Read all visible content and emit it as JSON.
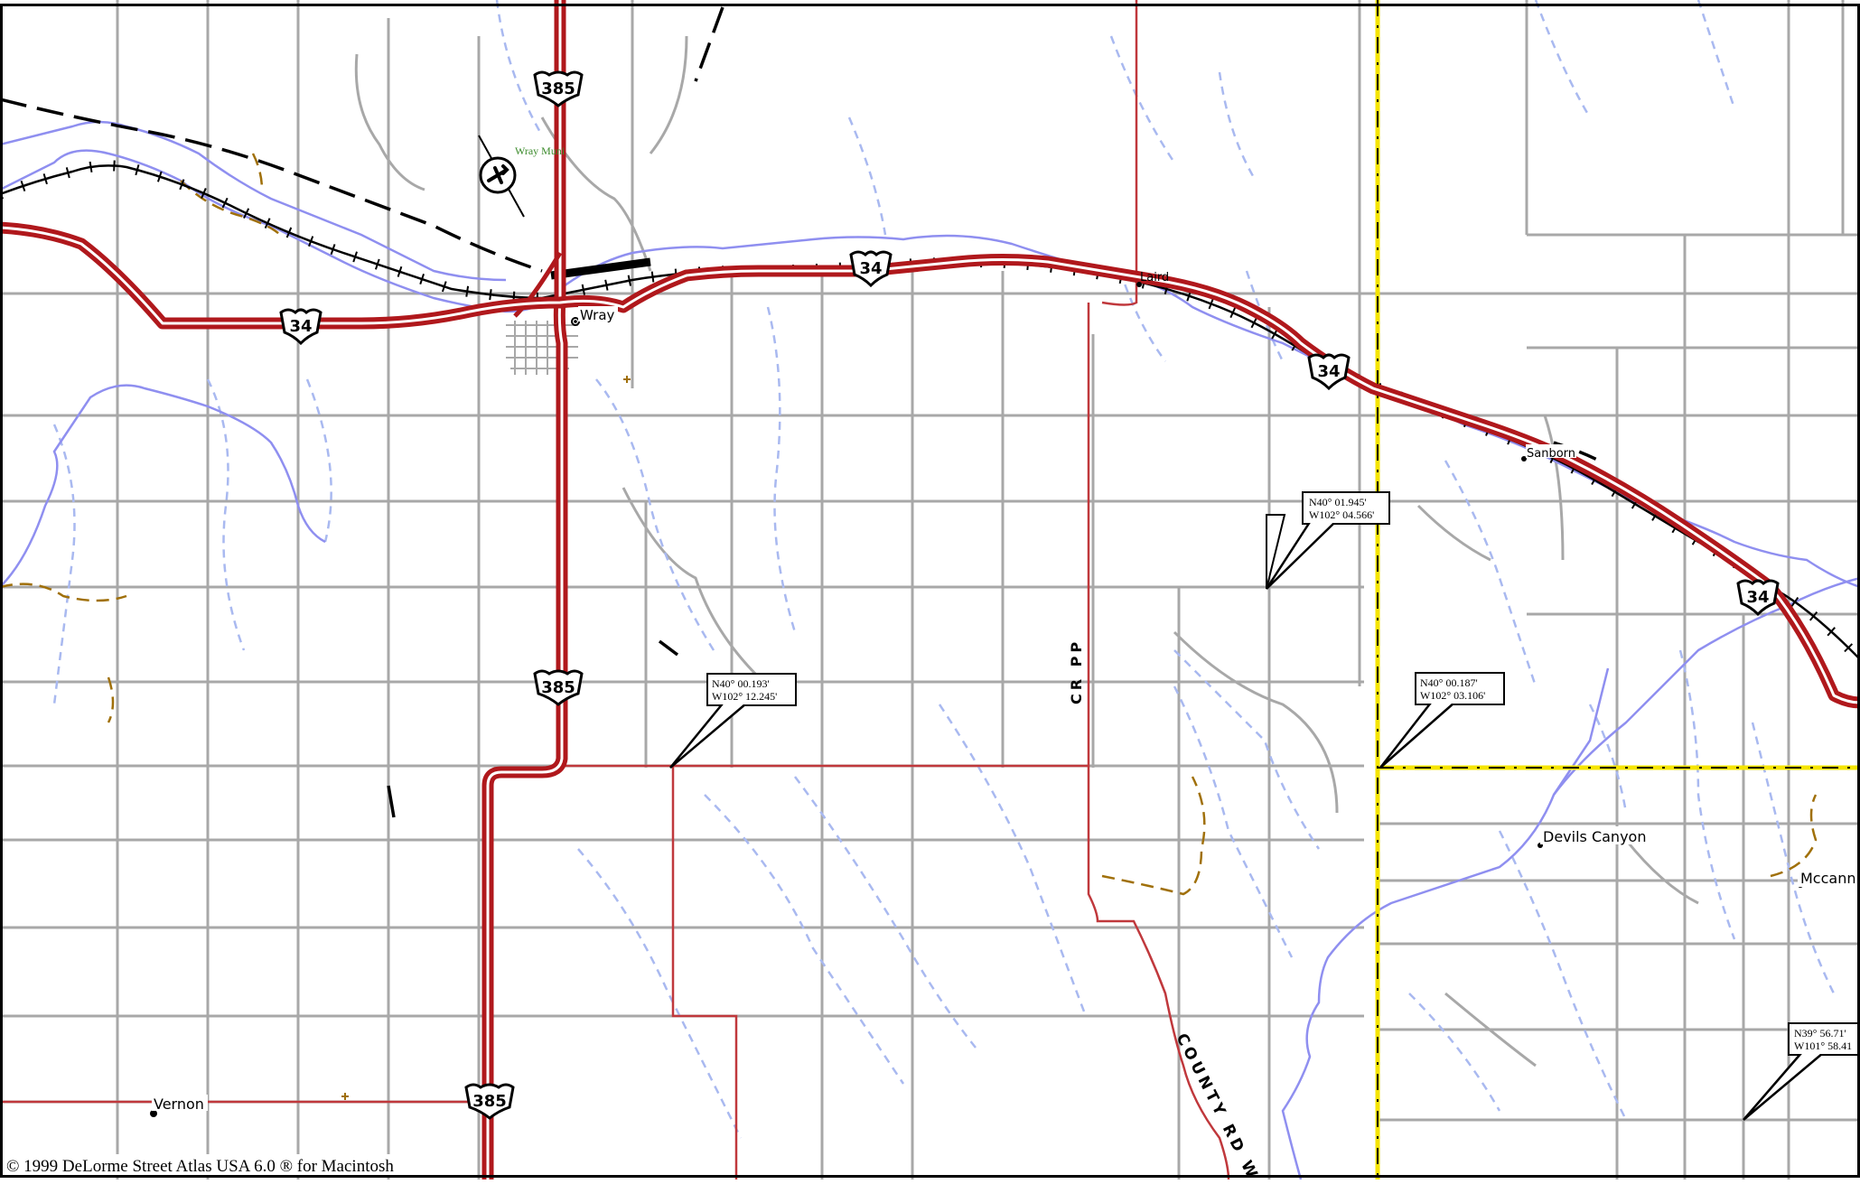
{
  "map": {
    "copyright": "© 1999 DeLorme Street Atlas USA 6.0 ® for Macintosh",
    "colors": {
      "highway": "#b0181c",
      "minor_red_road": "#c0383c",
      "local_road": "#a8a8a8",
      "river": "#8f8ff0",
      "stream": "#a9b9f0",
      "trail": "#a0700a",
      "county_line": "#f5e400",
      "railroad": "#000000"
    },
    "shields": {
      "us34": "34",
      "us385": "385"
    },
    "places": {
      "wray": "Wray",
      "laird": "Laird",
      "sanborn": "Sanborn",
      "vernon": "Vernon",
      "devils_canyon": "Devils Canyon",
      "mccann": "Mccann (",
      "airport": "Wray Muni"
    },
    "road_labels": {
      "cr_pp": "CR PP",
      "county_rd_w": "COUNTY RD W"
    },
    "coordinates": {
      "c1_lat": "N40°  01.945'",
      "c1_lon": "W102°  04.566'",
      "c2_lat": "N40°  00.193'",
      "c2_lon": "W102°  12.245'",
      "c3_lat": "N40°  00.187'",
      "c3_lon": "W102°  03.106'",
      "c4_lat": "N39°  56.71'",
      "c4_lon": "W101°  58.41"
    }
  }
}
